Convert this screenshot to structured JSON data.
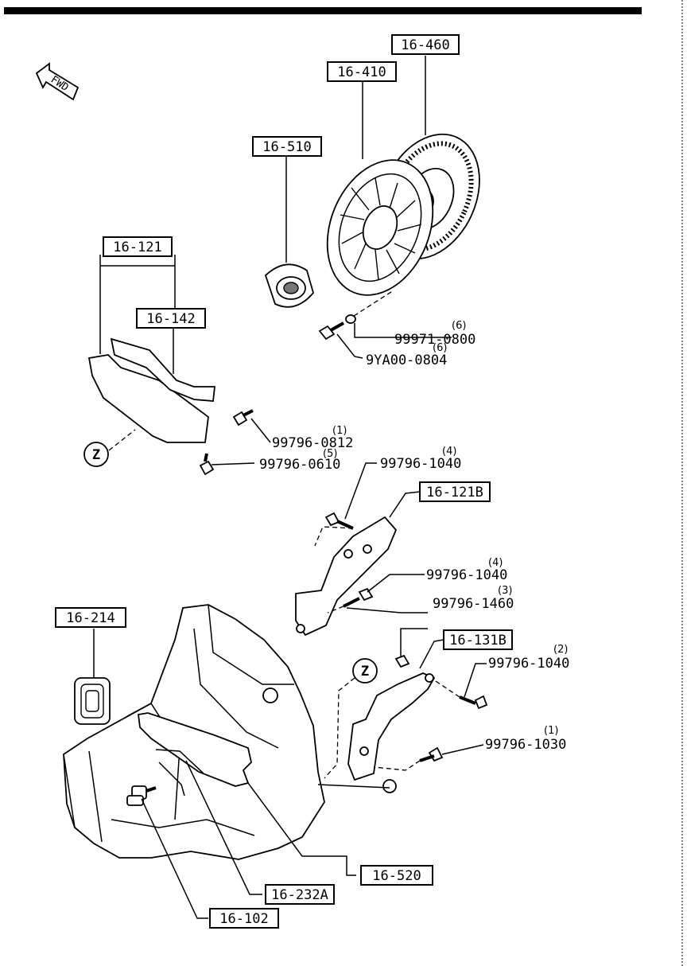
{
  "labels": {
    "p16_460": "16-460",
    "p16_410": "16-410",
    "p16_510": "16-510",
    "p16_121": "16-121",
    "p16_142": "16-142",
    "p16_121B": "16-121B",
    "p16_214": "16-214",
    "p16_131B": "16-131B",
    "p16_520": "16-520",
    "p16_232A": "16-232A",
    "p16_102": "16-102"
  },
  "bolts": [
    {
      "part": "99971-0800",
      "qty": "(6)"
    },
    {
      "part": "9YA00-0804",
      "qty": "(6)"
    },
    {
      "part": "99796-0812",
      "qty": "(1)"
    },
    {
      "part": "99796-0610",
      "qty": "(5)"
    },
    {
      "part": "99796-1040",
      "qty": "(4)"
    },
    {
      "part": "99796-1040",
      "qty": "(4)"
    },
    {
      "part": "99796-1460",
      "qty": "(3)"
    },
    {
      "part": "99796-1040",
      "qty": "(2)"
    },
    {
      "part": "99796-1030",
      "qty": "(1)"
    }
  ],
  "markers": {
    "z1": "Z",
    "z2": "Z"
  },
  "fwd": "FWD"
}
